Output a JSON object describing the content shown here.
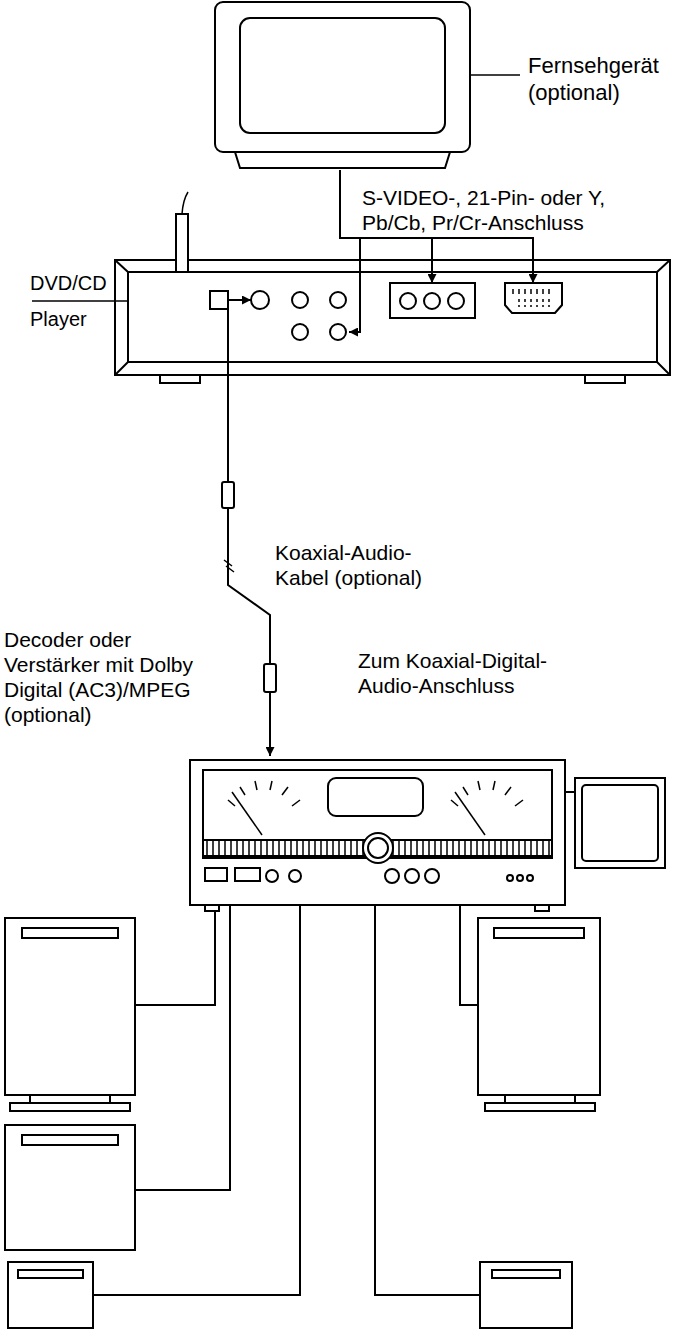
{
  "diagram": {
    "nodes": [
      {
        "text": [
          "Fernsehgerät (optional)"
        ]
      },
      {
        "text": [
          "DVD/CD Player"
        ]
      },
      {
        "text": [
          "Decoder oder Verstärker mit Dolby Digital (AC3)/MPEG (optional)"
        ]
      }
    ],
    "edges": [
      {
        "from": 0,
        "to": 1,
        "arrow": "to",
        "label": "S-VIDEO-, 21-Pin- oder Y, Pb/Cb, Pr/Cr-Anschluss"
      },
      {
        "from": 1,
        "to": 2,
        "arrow": "both",
        "label": "Koaxial-Audio- Kabel (optional)"
      }
    ],
    "labels": [
      "Zum Koaxial-Digital- Audio-Anschluss"
    ]
  }
}
